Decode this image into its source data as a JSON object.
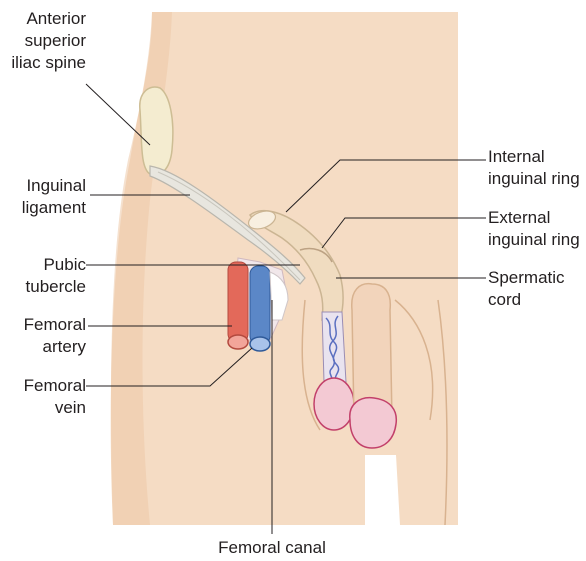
{
  "labels": {
    "anterior_superior_iliac_spine": [
      "Anterior",
      "superior",
      "iliac spine"
    ],
    "inguinal_ligament": [
      "Inguinal",
      "ligament"
    ],
    "pubic_tubercle": [
      "Pubic",
      "tubercle"
    ],
    "femoral_artery": [
      "Femoral",
      "artery"
    ],
    "femoral_vein": [
      "Femoral",
      "vein"
    ],
    "internal_inguinal_ring": [
      "Internal",
      "inguinal ring"
    ],
    "external_inguinal_ring": [
      "External",
      "inguinal ring"
    ],
    "spermatic_cord": [
      "Spermatic",
      "cord"
    ],
    "femoral_canal": [
      "Femoral canal"
    ]
  },
  "colors": {
    "skin": "#f5dcc4",
    "skin_outline": "#d8b28f",
    "bone": "#f4ecd0",
    "ligament": "#e8e6df",
    "artery": "#e3695a",
    "vein": "#5b87c7",
    "testis": "#f3c9d3",
    "testis_outline": "#c2406a",
    "leader_line": "#231f20"
  }
}
